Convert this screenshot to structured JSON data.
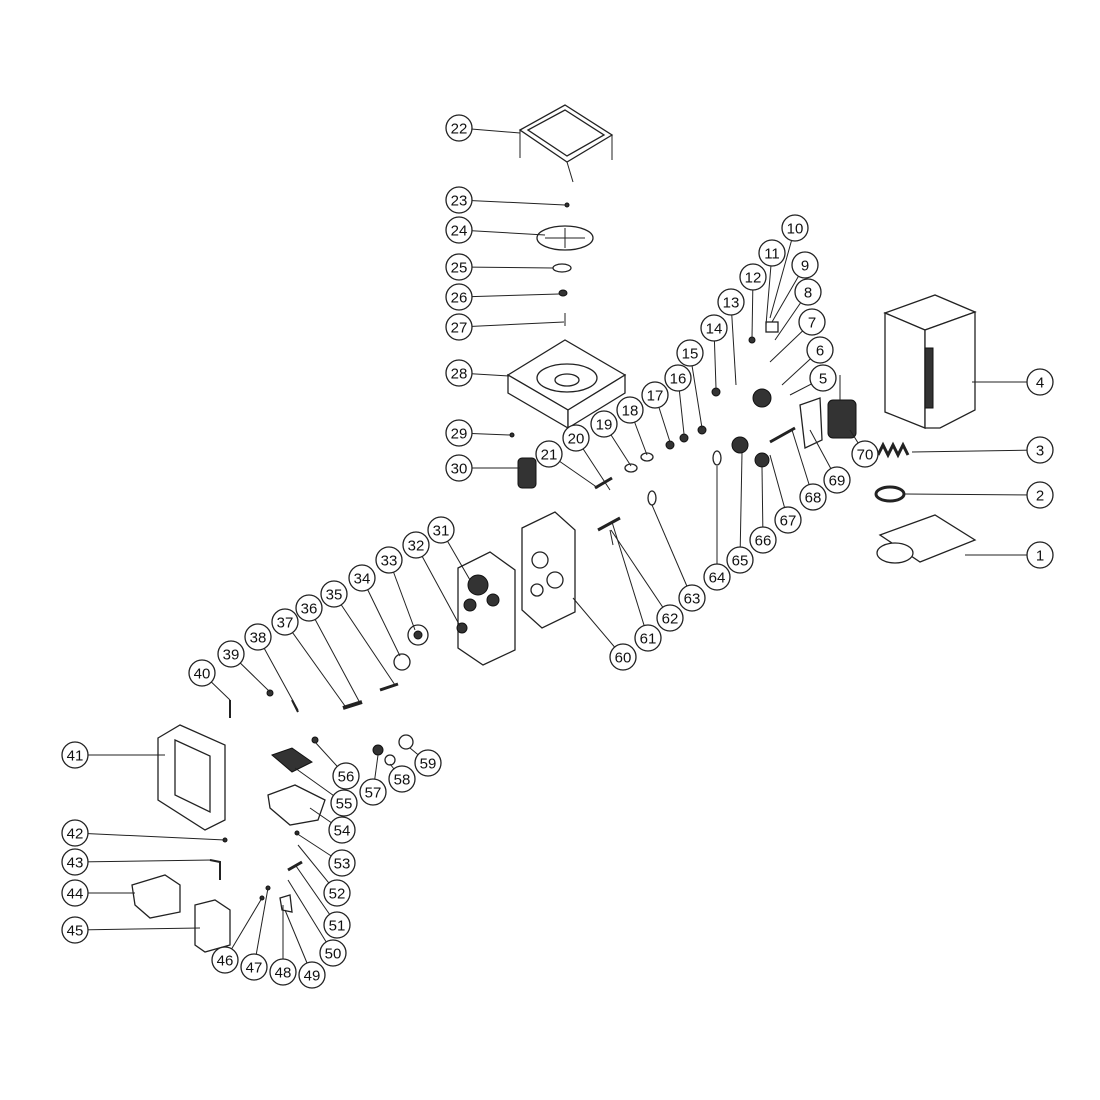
{
  "diagram": {
    "type": "exploded-parts-diagram",
    "callouts": [
      "1",
      "2",
      "3",
      "4",
      "5",
      "6",
      "7",
      "8",
      "9",
      "10",
      "11",
      "12",
      "13",
      "14",
      "15",
      "16",
      "17",
      "18",
      "19",
      "20",
      "21",
      "22",
      "23",
      "24",
      "25",
      "26",
      "27",
      "28",
      "29",
      "30",
      "31",
      "32",
      "33",
      "34",
      "35",
      "36",
      "37",
      "38",
      "39",
      "40",
      "41",
      "42",
      "43",
      "44",
      "45",
      "46",
      "47",
      "48",
      "49",
      "50",
      "51",
      "52",
      "53",
      "54",
      "55",
      "56",
      "57",
      "58",
      "59",
      "60",
      "61",
      "62",
      "63",
      "64",
      "65",
      "66",
      "67",
      "68",
      "69",
      "70"
    ]
  }
}
